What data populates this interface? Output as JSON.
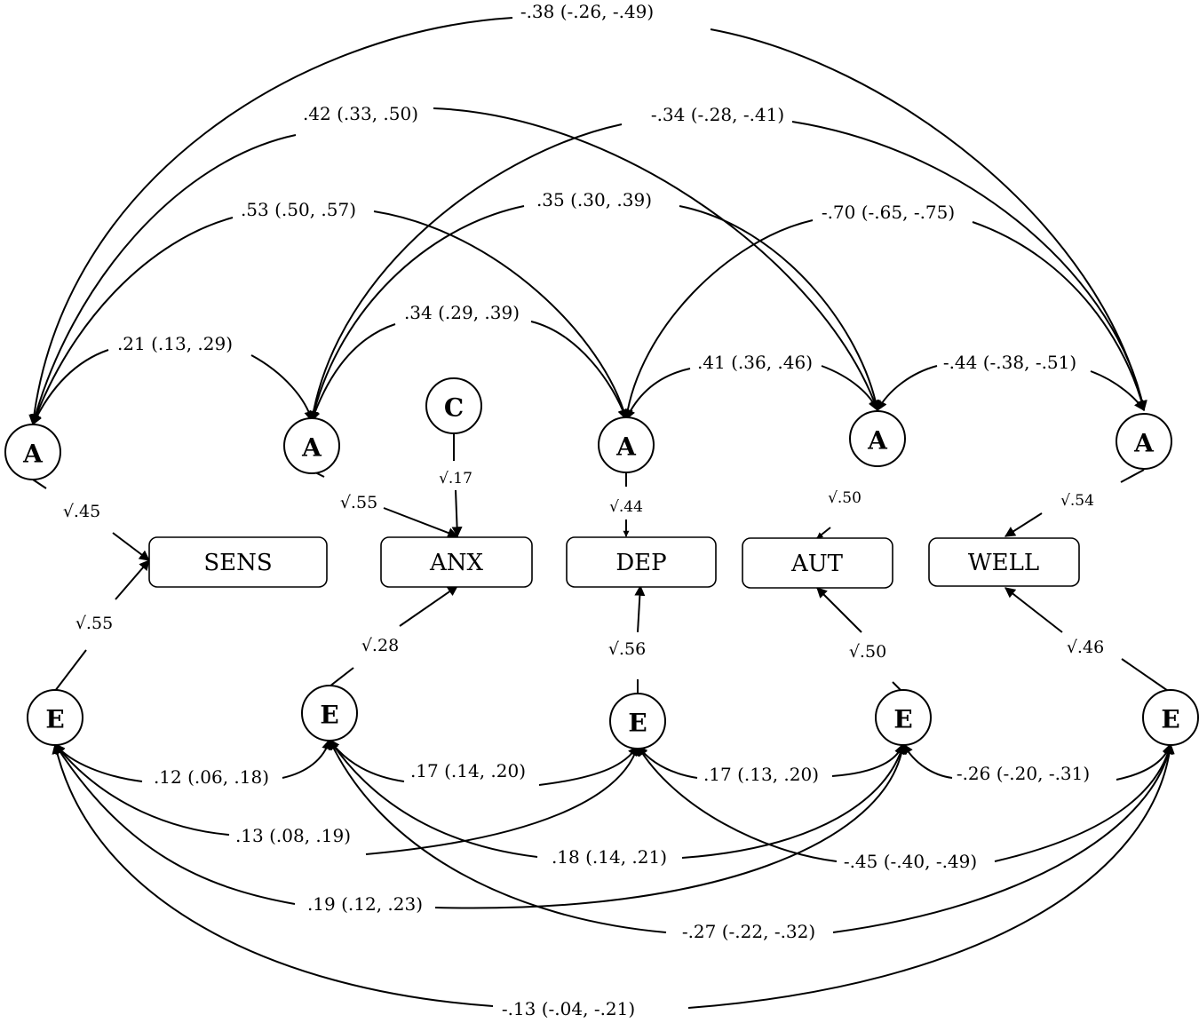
{
  "factors": {
    "a_sens": "A",
    "a_anx": "A",
    "a_dep": "A",
    "a_aut": "A",
    "a_well": "A",
    "c_anx": "C",
    "e_sens": "E",
    "e_anx": "E",
    "e_dep": "E",
    "e_aut": "E",
    "e_well": "E"
  },
  "variables": {
    "sens": "SENS",
    "anx": "ANX",
    "dep": "DEP",
    "aut": "AUT",
    "well": "WELL"
  },
  "loadings": {
    "a_sens": "√.45",
    "a_anx": "√.55",
    "c_anx": "√.17",
    "a_dep": "√.44",
    "a_aut": "√.50",
    "a_well": "√.54",
    "e_sens": "√.55",
    "e_anx": "√.28",
    "e_dep": "√.56",
    "e_aut": "√.50",
    "e_well": "√.46"
  },
  "a_correlations": {
    "sens_well": "-.38 (-.26, -.49)",
    "sens_aut": ".42 (.33, .50)",
    "anx_well": "-.34 (-.28, -.41)",
    "sens_dep": ".53 (.50, .57)",
    "anx_aut": ".35 (.30, .39)",
    "dep_well": "-.70 (-.65, -.75)",
    "anx_dep": ".34 (.29, .39)",
    "sens_anx": ".21 (.13, .29)",
    "dep_aut": ".41 (.36, .46)",
    "aut_well": "-.44 (-.38, -.51)"
  },
  "e_correlations": {
    "sens_anx": ".12 (.06, .18)",
    "anx_dep": ".17 (.14, .20)",
    "dep_aut": ".17 (.13, .20)",
    "aut_well": "-.26 (-.20, -.31)",
    "sens_dep": ".13 (.08, .19)",
    "anx_aut": ".18 (.14, .21)",
    "dep_well": "-.45 (-.40, -.49)",
    "sens_aut": ".19 (.12, .23)",
    "anx_well": "-.27 (-.22, -.32)",
    "sens_well": "-.13 (-.04, -.21)"
  }
}
